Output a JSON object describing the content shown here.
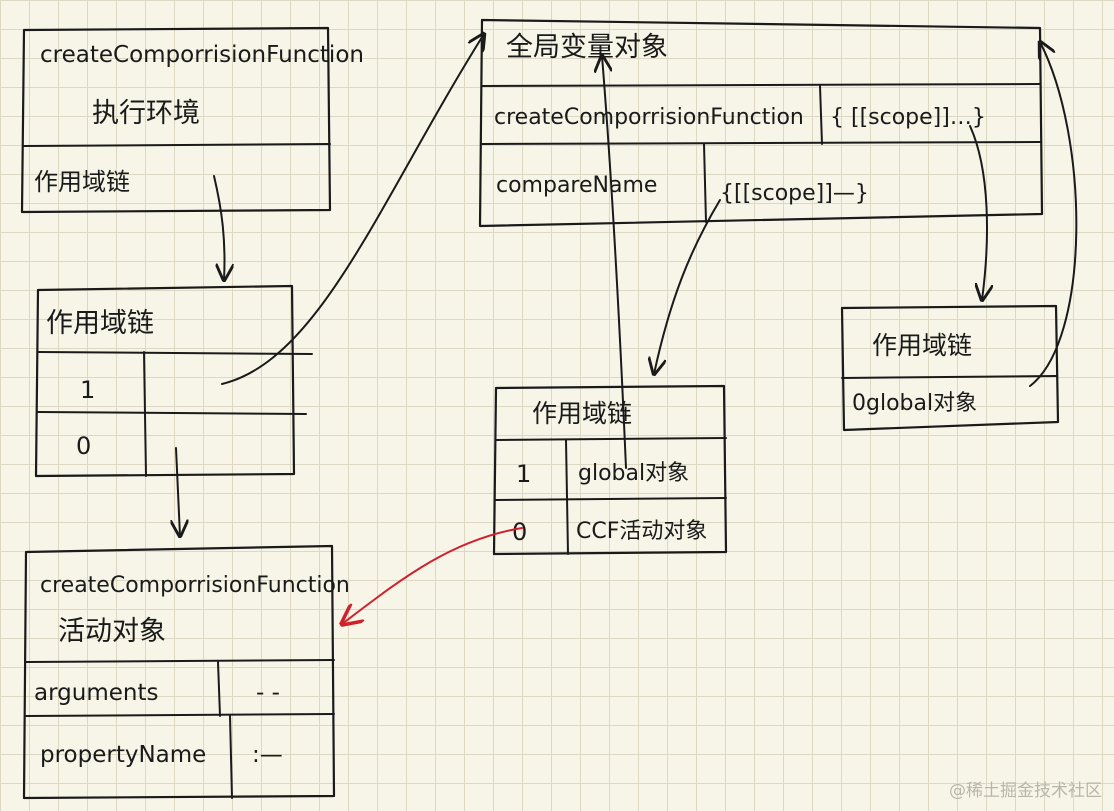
{
  "exec_ctx": {
    "title": "createComporrisionFunction",
    "subtitle": "执行环境",
    "row": "作用域链"
  },
  "scope_left": {
    "title": "作用域链",
    "rows": [
      "1",
      "0"
    ]
  },
  "activation": {
    "title": "createComporrisionFunction",
    "subtitle": "活动对象",
    "rows": [
      {
        "key": "arguments",
        "value": "- -"
      },
      {
        "key": "propertyName",
        "value": ":—"
      }
    ]
  },
  "global_obj": {
    "title": "全局变量对象",
    "rows": [
      {
        "key": "createComporrisionFunction",
        "value": "{ [[scope]]…}"
      },
      {
        "key": "compareName",
        "value": "{[[scope]]—}"
      }
    ]
  },
  "scope_mid": {
    "title": "作用域链",
    "rows": [
      {
        "idx": "1",
        "value": "global对象"
      },
      {
        "idx": "0",
        "value": "CCF活动对象"
      }
    ]
  },
  "scope_right": {
    "title": "作用域链",
    "row": "0global对象"
  },
  "watermark": "@稀土掘金技术社区",
  "colors": {
    "ink": "#1a1a1a",
    "red_arrow": "#d0202a",
    "paper": "#f7f5e8",
    "grid": "#dcd8c4"
  }
}
